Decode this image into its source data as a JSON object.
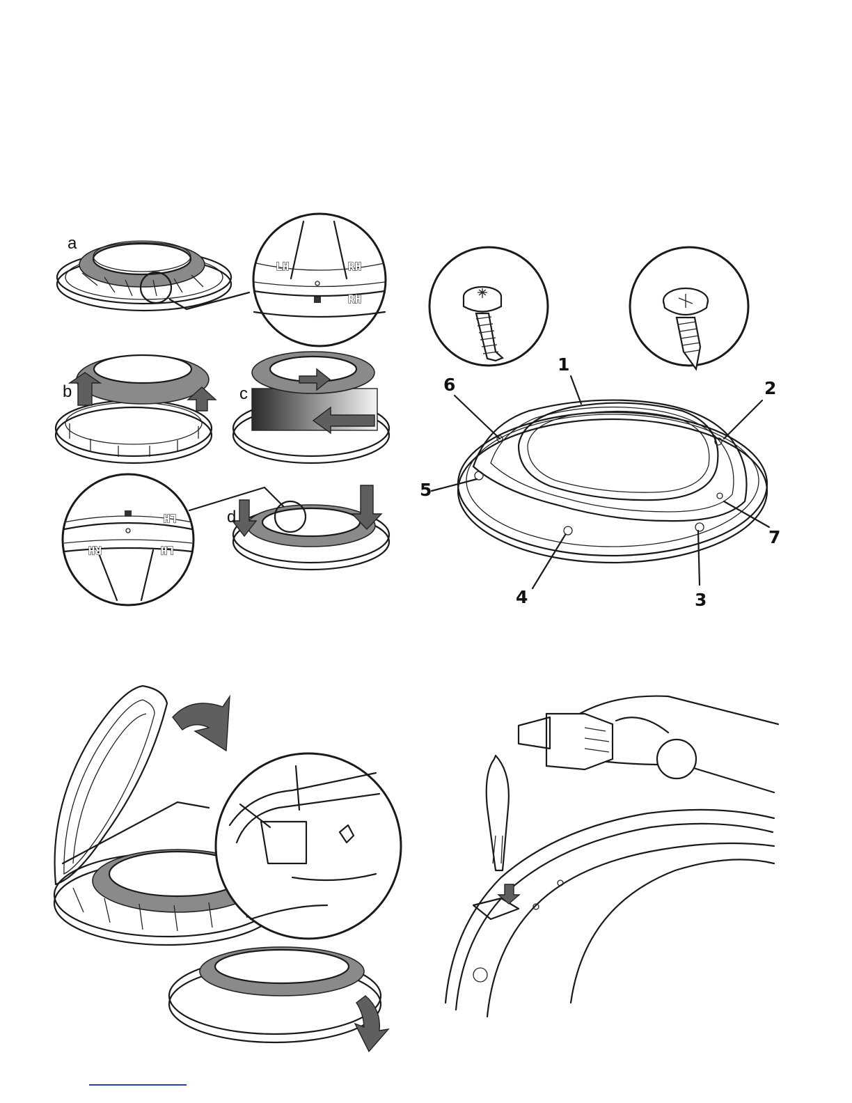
{
  "figure1": {
    "step_labels": [
      "a",
      "b",
      "c",
      "d"
    ],
    "detail_top": {
      "left_tag": "LH",
      "right_tag": "RH",
      "lower_tag": "RH"
    },
    "detail_bottom": {
      "tag_1": "LH",
      "tag_2": "RH",
      "tag_3": "LH"
    }
  },
  "figure2": {
    "screw_left_icon": "torx-screw-icon",
    "screw_right_icon": "phillips-screw-icon",
    "callouts": [
      "1",
      "2",
      "3",
      "4",
      "5",
      "6",
      "7"
    ]
  },
  "figure3": {
    "icons": [
      "curved-arrow-icon",
      "pliers-icon"
    ]
  },
  "figure4": {
    "icons": [
      "pliers-icon",
      "down-arrow-icon"
    ]
  },
  "colors": {
    "line": "#1a1a1a",
    "grey_part": "#8a8a8a",
    "link": "#2244aa"
  }
}
